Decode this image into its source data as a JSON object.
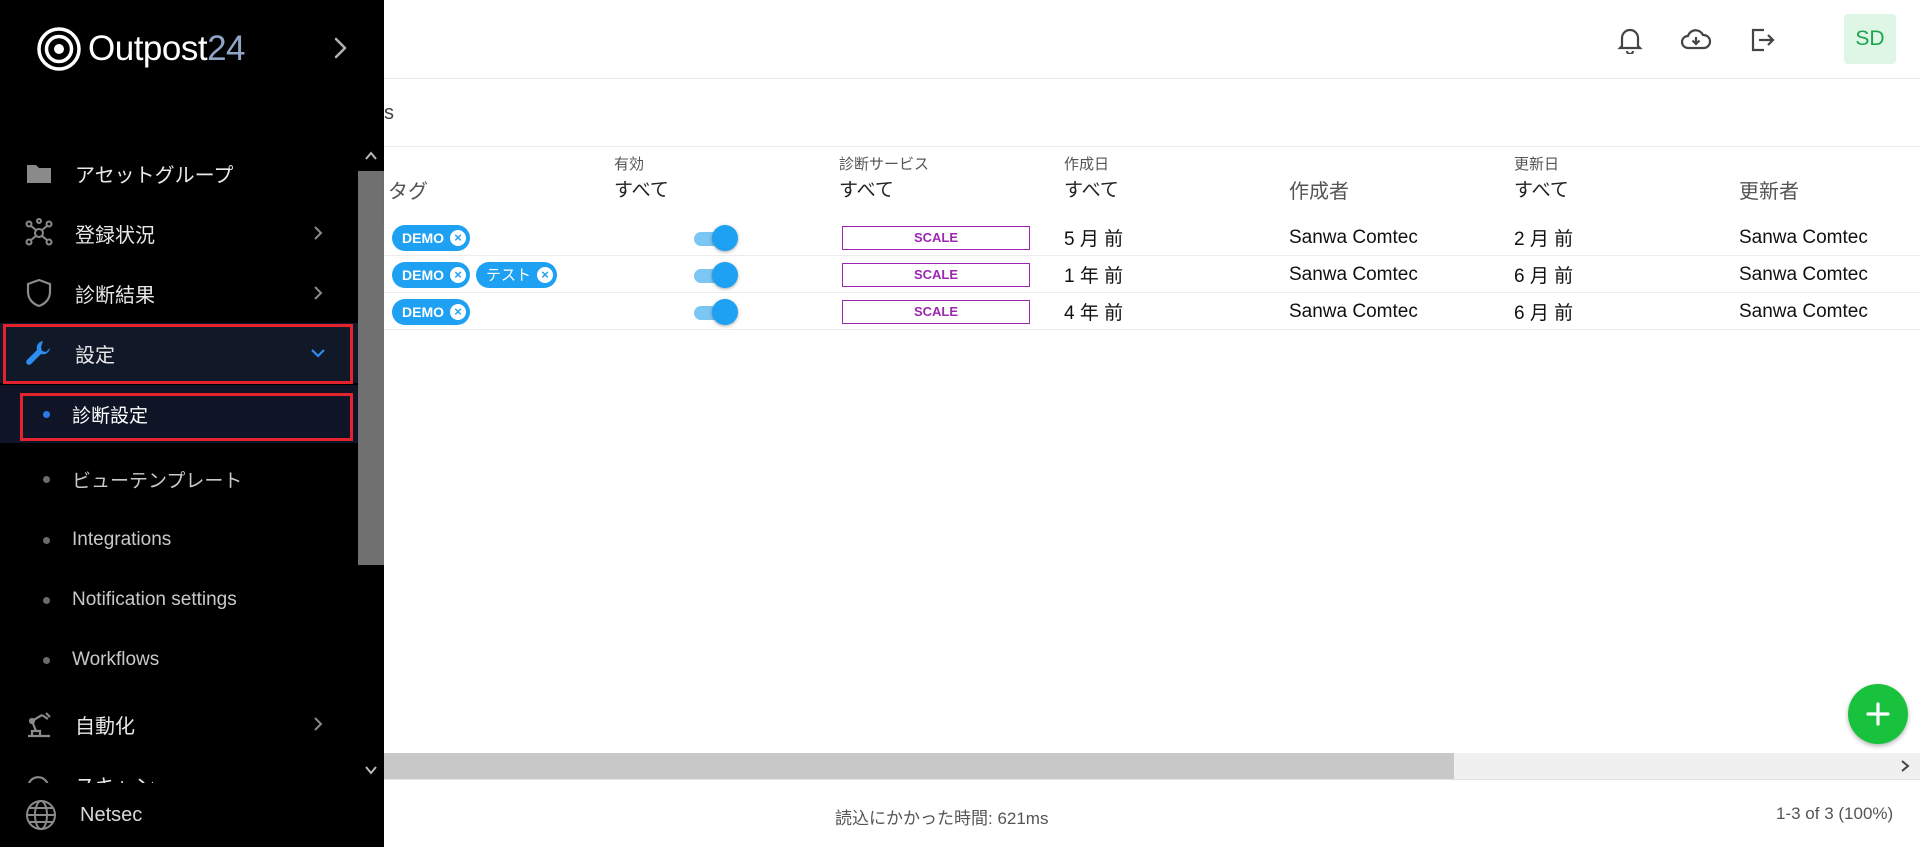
{
  "brand": {
    "name_main": "Outpost",
    "name_num": "24"
  },
  "sidebar": {
    "items": [
      {
        "label": "アセットグループ"
      },
      {
        "label": "登録状況"
      },
      {
        "label": "診断結果"
      },
      {
        "label": "設定"
      },
      {
        "label": "自動化"
      },
      {
        "label": "スキャン"
      }
    ],
    "sub_items": [
      {
        "label": "診断設定"
      },
      {
        "label": "ビューテンプレート"
      },
      {
        "label": "Integrations"
      },
      {
        "label": "Notification settings"
      },
      {
        "label": "Workflows"
      }
    ],
    "footer_label": "Netsec"
  },
  "topbar": {
    "avatar_initials": "SD"
  },
  "subbar": {
    "truncated_text": "s"
  },
  "table": {
    "columns": [
      {
        "filter_label": "",
        "header": "タグ"
      },
      {
        "filter_label": "有効",
        "header": "すべて"
      },
      {
        "filter_label": "診断サービス",
        "header": "すべて"
      },
      {
        "filter_label": "作成日",
        "header": "すべて"
      },
      {
        "filter_label": "",
        "header": "作成者"
      },
      {
        "filter_label": "更新日",
        "header": "すべて"
      },
      {
        "filter_label": "",
        "header": "更新者"
      }
    ],
    "rows": [
      {
        "tags": [
          "DEMO"
        ],
        "enabled": true,
        "service": "SCALE",
        "created": "5 月 前",
        "created_by": "Sanwa Comtec",
        "updated": "2 月 前",
        "updated_by": "Sanwa Comtec"
      },
      {
        "tags": [
          "DEMO",
          "テスト"
        ],
        "enabled": true,
        "service": "SCALE",
        "created": "1 年 前",
        "created_by": "Sanwa Comtec",
        "updated": "6 月 前",
        "updated_by": "Sanwa Comtec"
      },
      {
        "tags": [
          "DEMO"
        ],
        "enabled": true,
        "service": "SCALE",
        "created": "4 年 前",
        "created_by": "Sanwa Comtec",
        "updated": "6 月 前",
        "updated_by": "Sanwa Comtec"
      }
    ],
    "tag_remove_glyph": "×"
  },
  "footer": {
    "load_time": "読込にかかった時間: 621ms",
    "count": "1-3 of 3 (100%)"
  },
  "colors": {
    "accent": "#1ea1f2",
    "highlight": "#e5232f",
    "service_badge": "#9c27b0",
    "fab": "#18c23d",
    "avatar_bg": "#ddf6e6",
    "avatar_fg": "#1ea64e"
  },
  "icons": {
    "topbar": [
      "bell-icon",
      "cloud-download-icon",
      "logout-icon"
    ],
    "sidebar": [
      "folder-icon",
      "network-icon",
      "shield-icon",
      "wrench-icon",
      "robot-arm-icon",
      "scan-icon"
    ],
    "footer": "globe-icon",
    "fab": "plus-icon"
  }
}
